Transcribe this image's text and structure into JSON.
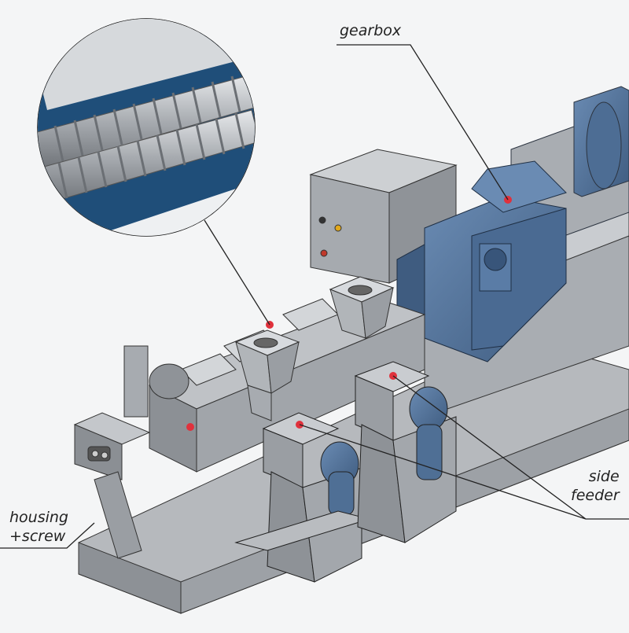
{
  "labels": {
    "gearbox": "gearbox",
    "side_feeder": [
      "side",
      "feeder"
    ],
    "housing_screw": [
      "housing",
      "+screw"
    ]
  },
  "colors": {
    "background": "#f4f5f6",
    "machine_gray": "#8e9297",
    "machine_light": "#c9cccf",
    "machine_dark": "#4a4e53",
    "gearbox_blue": "#4f6f95",
    "motor_blue": "#5a7ca6",
    "marker_red": "#e0313c",
    "leader_line": "#222222"
  },
  "components": [
    "gearbox",
    "side-feeder",
    "side-feeder",
    "housing-screw",
    "hopper",
    "hopper",
    "control-cabinet",
    "main-motor",
    "screw-detail-inset"
  ]
}
